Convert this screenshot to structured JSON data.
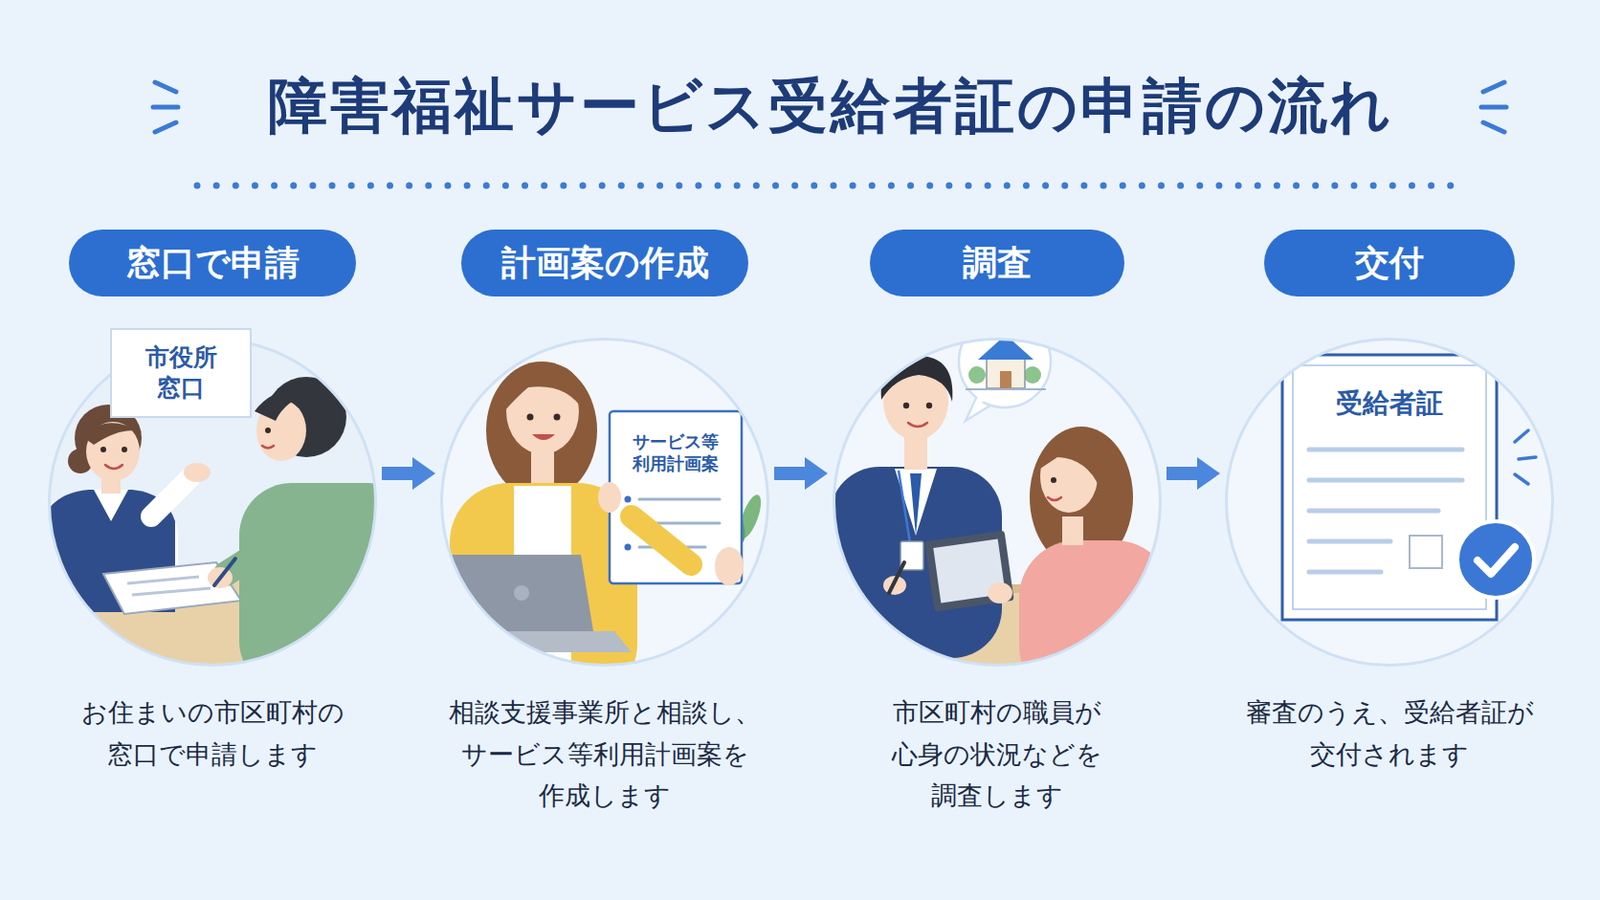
{
  "diagram": {
    "title": "障害福祉サービス受給者証の申請の流れ",
    "nodes": [
      {
        "text": [
          "窓口で申請"
        ]
      },
      {
        "text": [
          "お住まいの市区町村の 窓口で申請します"
        ]
      },
      {
        "text": [
          "計画案の作成"
        ]
      },
      {
        "text": [
          "相談支援事業所と相談し、 サービス等利用計画案を 作成します"
        ]
      },
      {
        "text": [
          "調査"
        ]
      },
      {
        "text": [
          "市区町村の職員が 心身の状況などを 調査します"
        ]
      },
      {
        "text": [
          "交付"
        ]
      },
      {
        "text": [
          "審査のうえ、受給者証が 交付されます"
        ]
      }
    ],
    "edges": [
      {
        "from": 1,
        "to": 3,
        "arrow": "to"
      },
      {
        "from": 3,
        "to": 5,
        "arrow": "to"
      },
      {
        "from": 5,
        "to": 7,
        "arrow": "to"
      }
    ],
    "labels": [
      "市役所 窓口",
      "サービス等 利用計画案",
      "受給者証"
    ]
  }
}
